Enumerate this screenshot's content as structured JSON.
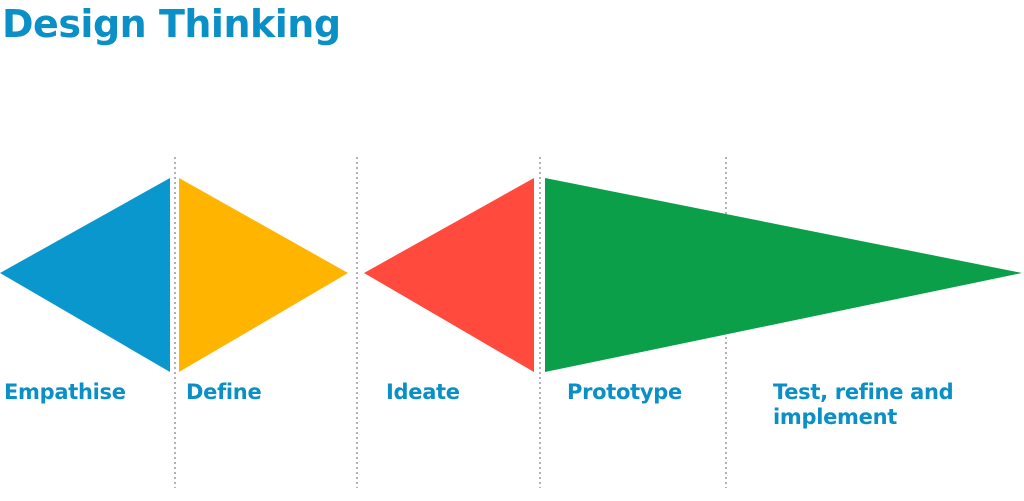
{
  "title": "Design Thinking",
  "colors": {
    "title": "#0a8fc7",
    "empathise": "#0a97cd",
    "define": "#ffb400",
    "ideate": "#ff4a3d",
    "prototype": "#0a9f48"
  },
  "stages": [
    {
      "label": "Empathise",
      "color": "#0a97cd"
    },
    {
      "label": "Define",
      "color": "#ffb400"
    },
    {
      "label": "Ideate",
      "color": "#ff4a3d"
    },
    {
      "label": "Prototype",
      "color": "#0a9f48"
    },
    {
      "label": "Test, refine and implement",
      "color": "#0a9f48"
    }
  ]
}
